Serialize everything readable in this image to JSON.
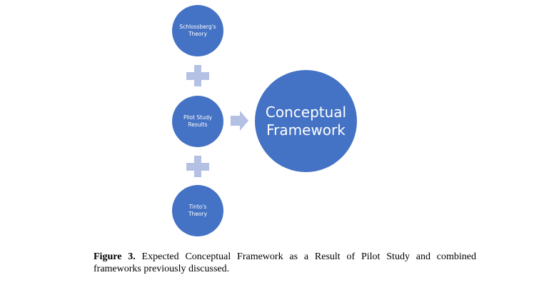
{
  "diagram": {
    "colors": {
      "circle": "#4472c4",
      "connector": "#b4c1e4",
      "text_on_circle": "#ffffff"
    },
    "inputs": [
      {
        "label_line1": "Schlossberg's",
        "label_line2": "Theory"
      },
      {
        "label_line1": "Pilot Study",
        "label_line2": "Results"
      },
      {
        "label_line1": "Tinto's",
        "label_line2": "Theory"
      }
    ],
    "connectors": [
      "plus",
      "plus"
    ],
    "arrow": "right-arrow",
    "output": {
      "label_line1": "Conceptual",
      "label_line2": "Framework"
    }
  },
  "caption": {
    "figure_label": "Figure 3.",
    "text": " Expected Conceptual Framework as a Result of Pilot Study and combined frameworks previously discussed."
  }
}
